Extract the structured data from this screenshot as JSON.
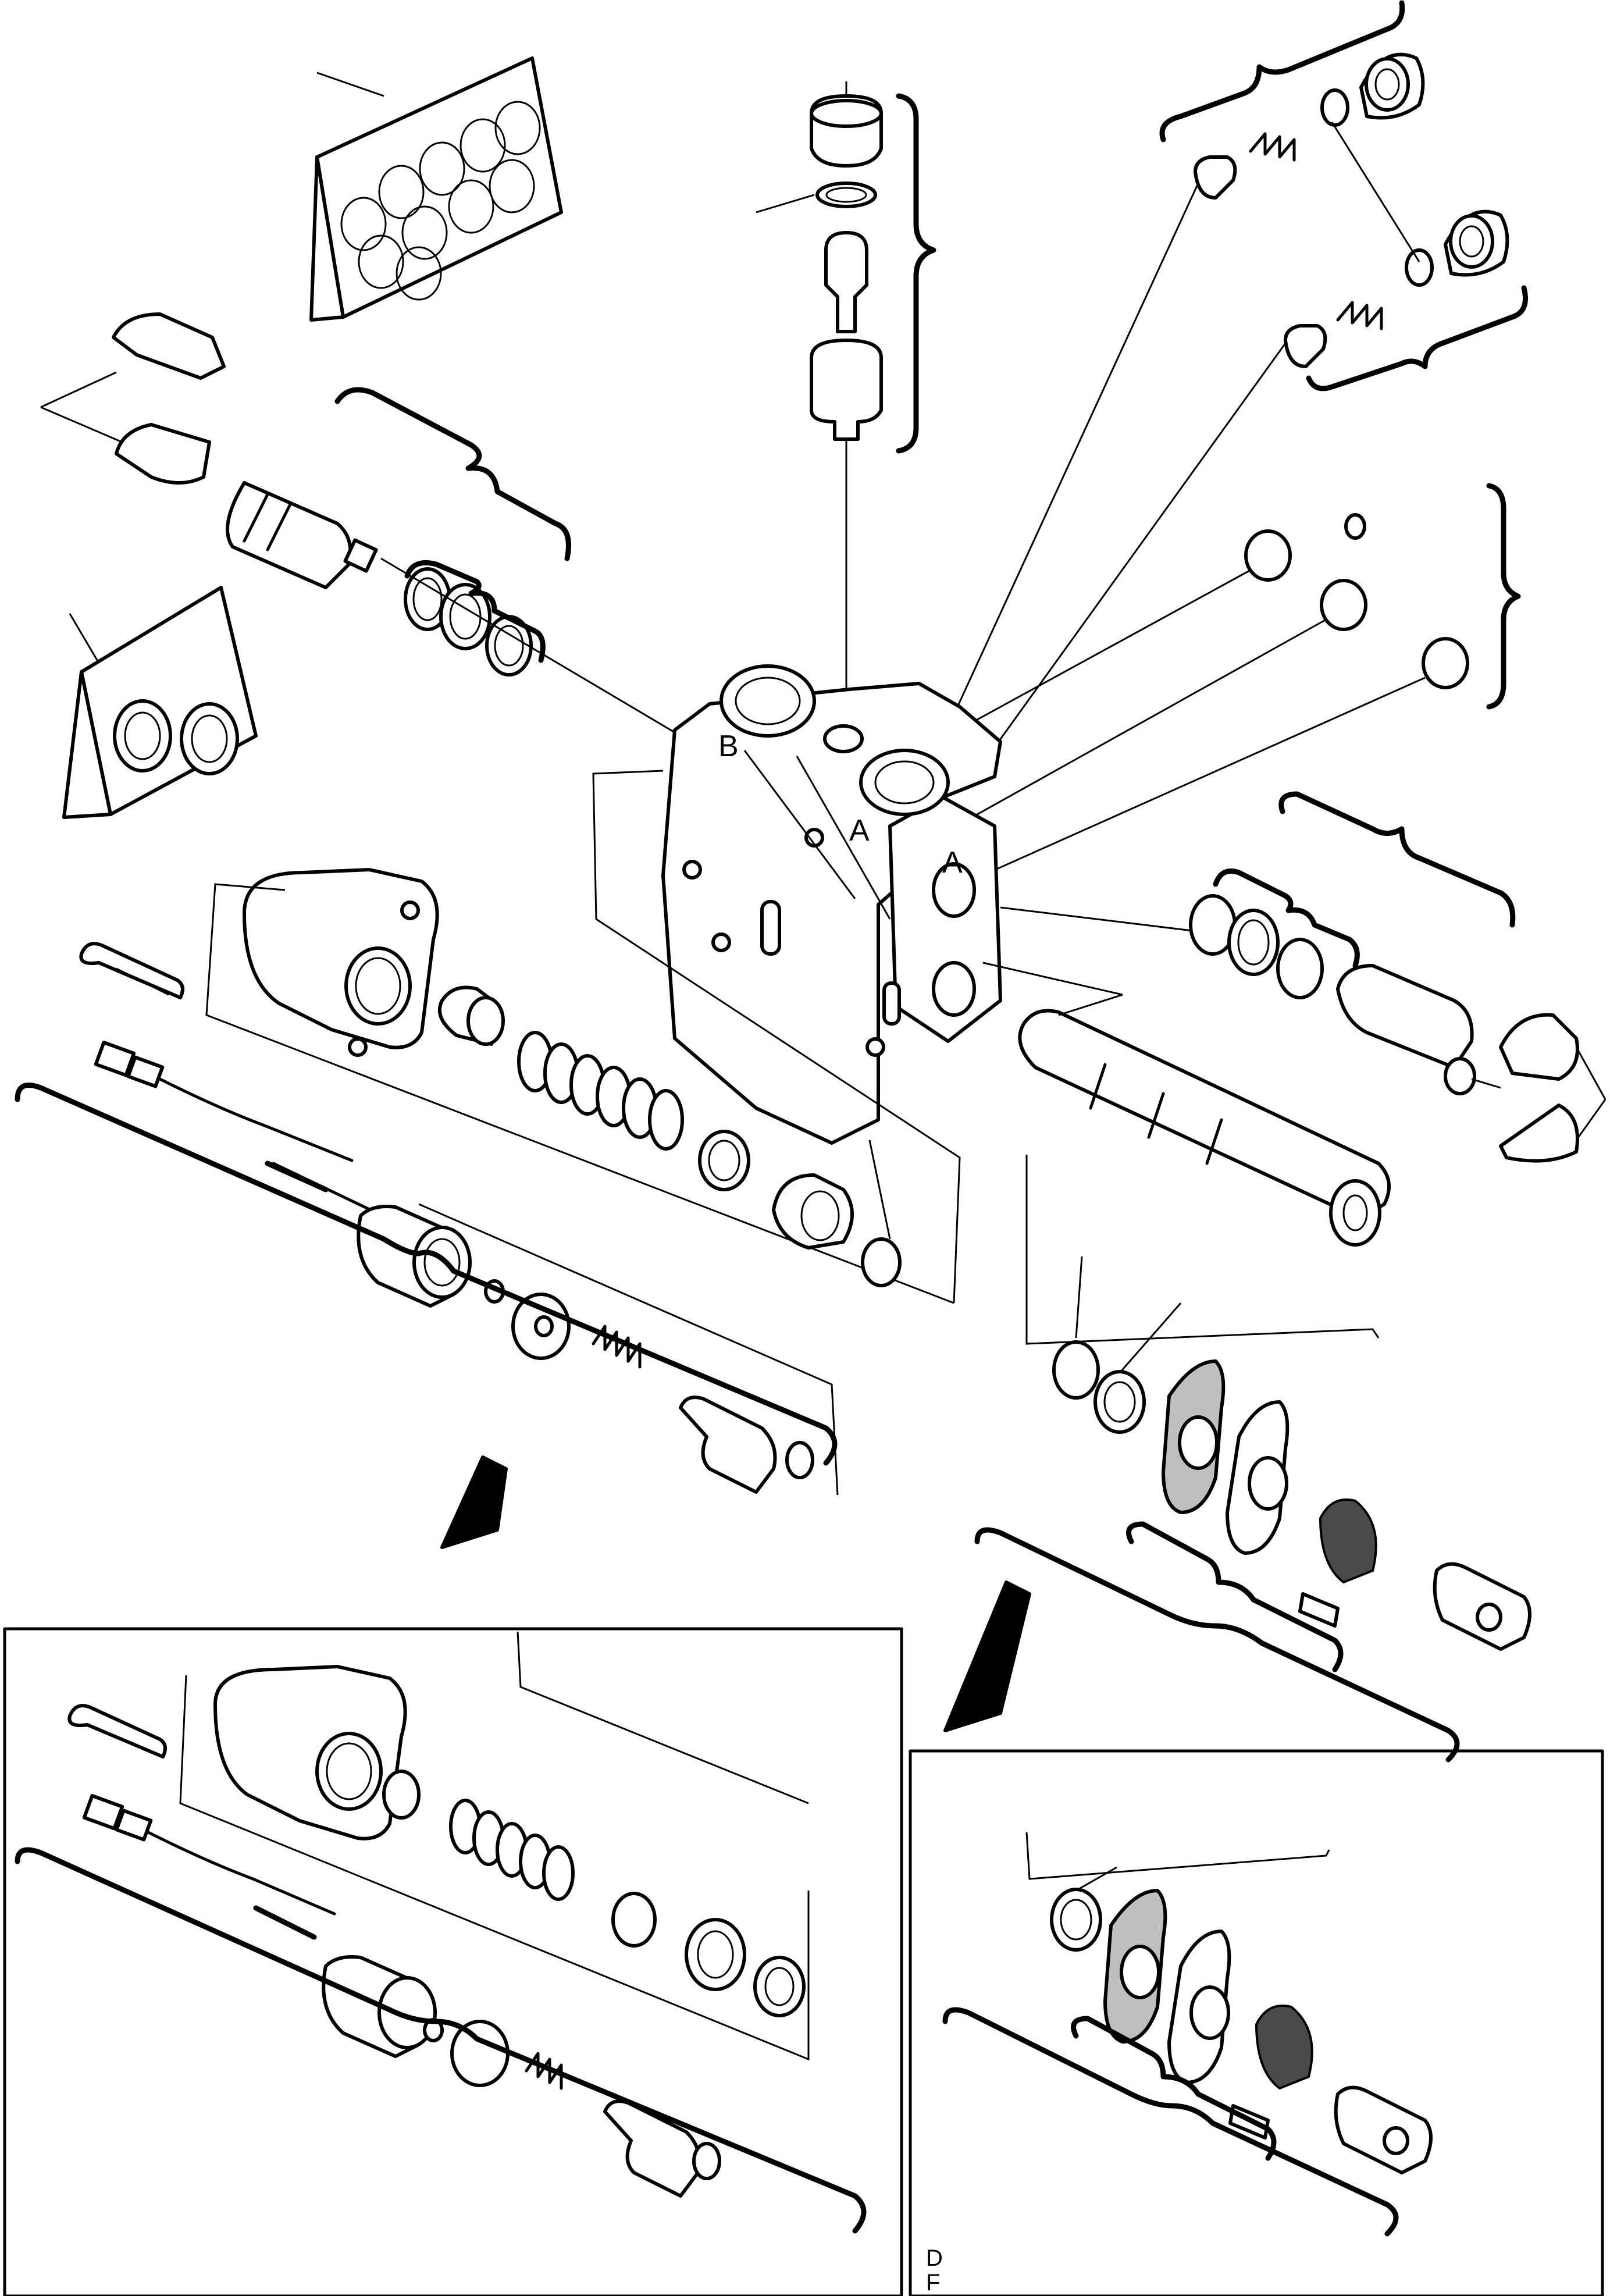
{
  "port_labels": {
    "port_b": "B",
    "port_a_top": "A",
    "port_a_side": "A"
  },
  "drawing_code": {
    "line1": "D",
    "line2": "F"
  }
}
